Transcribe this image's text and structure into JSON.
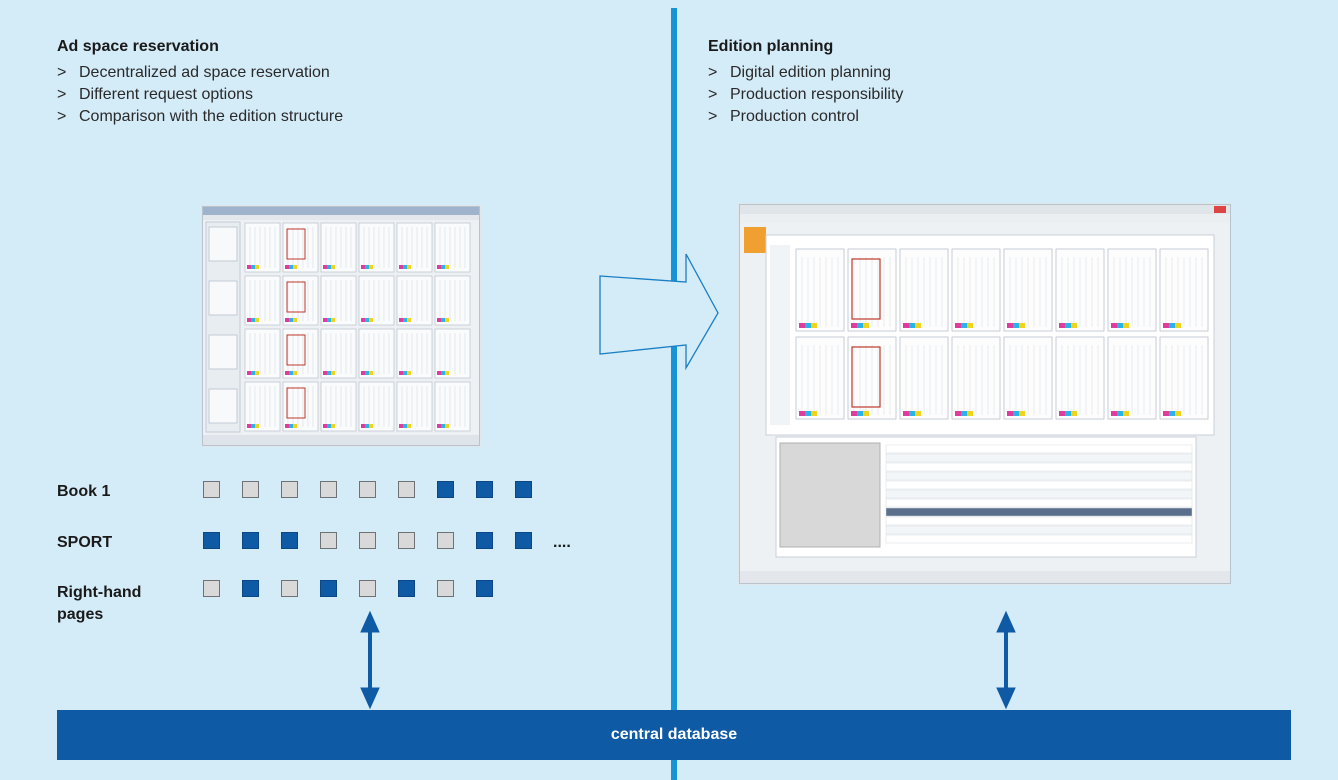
{
  "left": {
    "title": "Ad space reservation",
    "bullets": [
      "Decentralized ad space reservation",
      "Different request options",
      "Comparison with the edition structure"
    ]
  },
  "right": {
    "title": "Edition planning",
    "bullets": [
      "Digital edition planning",
      "Production responsibility",
      "Production control"
    ]
  },
  "rows": [
    {
      "label": "Book 1",
      "pattern": [
        0,
        0,
        0,
        0,
        0,
        0,
        1,
        1,
        1
      ],
      "suffix": ""
    },
    {
      "label": "SPORT",
      "pattern": [
        1,
        1,
        1,
        0,
        0,
        0,
        0,
        1,
        1
      ],
      "suffix": "...."
    },
    {
      "label": "Right-hand pages",
      "pattern": [
        0,
        1,
        0,
        1,
        0,
        1,
        0,
        1
      ],
      "suffix": ""
    }
  ],
  "database": "central database",
  "colors": {
    "background": "#d4ebf8",
    "divider": "#1794d8",
    "filled_square": "#0f5aa5",
    "empty_square": "#d9d9d9",
    "database_bar": "#0f5aa5"
  },
  "icons": [
    "right-arrow-icon",
    "double-arrow-icon"
  ]
}
